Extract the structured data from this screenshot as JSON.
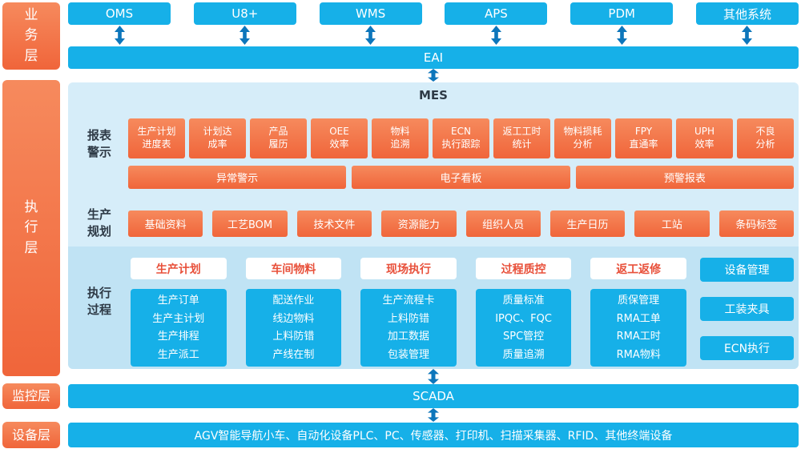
{
  "colors": {
    "orange": "#f0653a",
    "orange_light": "#f68a5d",
    "cyan": "#16b0e8",
    "panel_bg": "#d6edf9",
    "subpanel_bg": "#c0e3f4",
    "arrow_blue": "#0d76bb",
    "dark_text": "#2e3a46",
    "accent_red": "#e8503a"
  },
  "icons": {
    "flow_arrow": "vertical-double-arrow"
  },
  "layers": {
    "business": {
      "label": "业务层"
    },
    "execution": {
      "label": "执行层"
    },
    "monitor": {
      "label": "监控层"
    },
    "device": {
      "label": "设备层"
    }
  },
  "business": {
    "systems": [
      "OMS",
      "U8+",
      "WMS",
      "APS",
      "PDM",
      "其他系统"
    ],
    "eai": "EAI"
  },
  "mes": {
    "title": "MES",
    "report_section": {
      "label": "报表\n警示",
      "cards": [
        "生产计划\n进度表",
        "计划达\n成率",
        "产品\n履历",
        "OEE\n效率",
        "物料\n追溯",
        "ECN\n执行跟踪",
        "返工工时\n统计",
        "物料损耗\n分析",
        "FPY\n直通率",
        "UPH\n效率",
        "不良\n分析"
      ],
      "bars": [
        "异常警示",
        "电子看板",
        "预警报表"
      ]
    },
    "planning_section": {
      "label": "生产\n规划",
      "cards": [
        "基础资料",
        "工艺BOM",
        "技术文件",
        "资源能力",
        "组织人员",
        "生产日历",
        "工站",
        "条码标签"
      ]
    },
    "process_section": {
      "label": "执行\n过程",
      "columns": [
        {
          "header": "生产计划",
          "items": [
            "生产订单",
            "生产主计划",
            "生产排程",
            "生产派工"
          ]
        },
        {
          "header": "车间物料",
          "items": [
            "配送作业",
            "线边物料",
            "上料防错",
            "产线在制"
          ]
        },
        {
          "header": "现场执行",
          "items": [
            "生产流程卡",
            "上料防错",
            "加工数据",
            "包装管理"
          ]
        },
        {
          "header": "过程质控",
          "items": [
            "质量标准",
            "IPQC、FQC",
            "SPC管控",
            "质量追溯"
          ]
        },
        {
          "header": "返工返修",
          "items": [
            "质保管理",
            "RMA工单",
            "RMA工时",
            "RMA物料"
          ]
        }
      ],
      "side_buttons": [
        "设备管理",
        "工装夹具",
        "ECN执行"
      ]
    }
  },
  "monitor": {
    "scada": "SCADA"
  },
  "device": {
    "text": "AGV智能导航小车、自动化设备PLC、PC、传感器、打印机、扫描采集器、RFID、其他终端设备"
  }
}
